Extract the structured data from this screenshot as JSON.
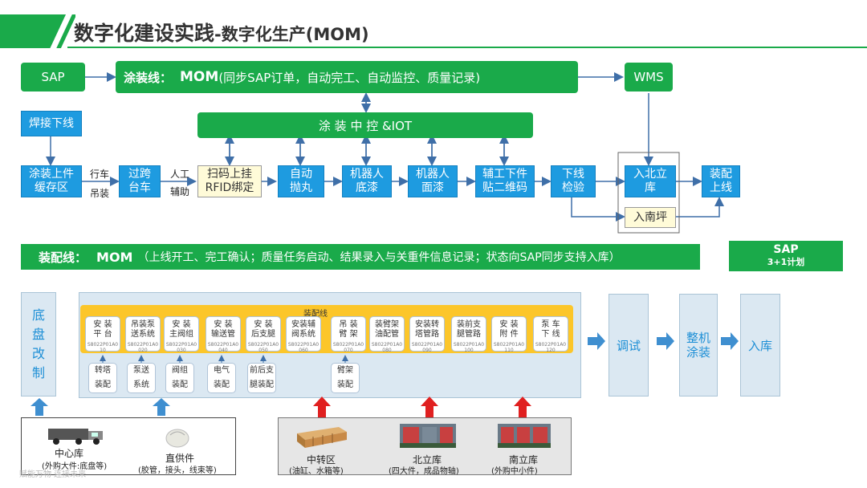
{
  "title": {
    "main": "数字化建设实践",
    "sub": "-数字化生产(MOM)"
  },
  "paint": {
    "sap": "SAP",
    "mom_bar": {
      "prefix": "涂装线：",
      "name": "MOM",
      "desc": "(同步SAP订单，自动完工、自动监控、质量记录)"
    },
    "wms": "WMS",
    "control": "涂 装 中 控 &IOT",
    "weld": "焊接下线",
    "cache": "涂装上件\n缓存区",
    "label_car": "行车",
    "label_hoist": "吊装",
    "transfer": "过跨\n台车",
    "label_manual": "人工",
    "label_assist": "辅助",
    "scan": "扫码上挂\nRFID绑定",
    "blast": "自动\n抛丸",
    "primer": "机器人\n底漆",
    "topcoat": "机器人\n面漆",
    "qr": "辅工下件\n贴二维码",
    "inspect": "下线\n检验",
    "north_store": "入北立\n库",
    "south_yard": "入南坪",
    "assembly_online": "装配\n上线"
  },
  "assembly": {
    "mom_bar": {
      "prefix": "装配线：",
      "name": "MOM",
      "desc": "（上线开工、完工确认；质量任务启动、结果录入与关重件信息记录；状态向SAP同步支持入库）"
    },
    "sap_plan": {
      "line1": "SAP",
      "line2": "3+1计划"
    },
    "chassis": "底\n盘\n改\n制",
    "line_label": "装配线",
    "stations": [
      {
        "name": "安  装\n平  台",
        "code": "S8022P01A0\n10"
      },
      {
        "name": "吊装泵\n送系统",
        "code": "S8022P01A0\n020"
      },
      {
        "name": "安  装\n主阀组",
        "code": "S8022P01A0\n030"
      },
      {
        "name": "安  装\n输送管",
        "code": "S8022P01A0\n040"
      },
      {
        "name": "安  装\n后支腿",
        "code": "S8022P01A0\n050"
      },
      {
        "name": "安装辅\n阀系统",
        "code": "S8022P01A0\n060"
      },
      {
        "name": "吊  装\n臂  架",
        "code": "S8022P01A0\n070"
      },
      {
        "name": "装臂架\n油配管",
        "code": "S8022P01A0\n080"
      },
      {
        "name": "安装转\n塔管路",
        "code": "S8022P01A0\n090"
      },
      {
        "name": "装前支\n腿管路",
        "code": "S8022P01A0\n100"
      },
      {
        "name": "安  装\n附  件",
        "code": "S8022P01A0\n110"
      },
      {
        "name": "泵  车\n下  线",
        "code": "S8022P01A0\n120"
      }
    ],
    "subs": [
      {
        "name": "转塔\n装配"
      },
      {
        "name": "泵送\n系统"
      },
      {
        "name": "阀组\n装配"
      },
      {
        "name": "电气\n装配"
      },
      {
        "name": "前后支\n腿装配"
      },
      {
        "name": "臂架\n装配"
      }
    ],
    "debug": "调试",
    "painting": "整机\n涂装",
    "storage": "入库"
  },
  "stores": {
    "center": {
      "name": "中心库",
      "desc": "(外购大件:底盘等)"
    },
    "direct": {
      "name": "直供件",
      "desc": "(胶管，接头，线束等)"
    },
    "transfer": {
      "name": "中转区",
      "desc": "(油缸、水箱等)"
    },
    "north": {
      "name": "北立库",
      "desc": "(四大件，成品物轴)"
    },
    "south": {
      "name": "南立库",
      "desc": "(外购中小件)"
    }
  },
  "watermark": "赋能万物 连接未来",
  "colors": {
    "green": "#1aaa4a",
    "blue": "#1e9be0",
    "orange": "#fcc62a",
    "red": "#e02020",
    "arrow_blue": "#3f8fd0"
  }
}
